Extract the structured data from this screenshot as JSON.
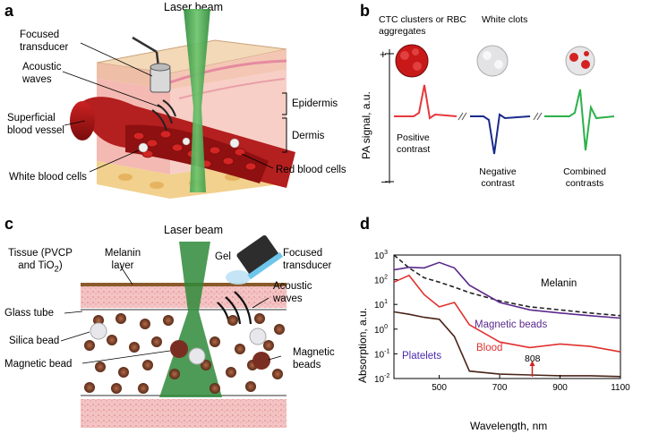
{
  "panels": {
    "a": {
      "letter": "a",
      "laser": "Laser beam",
      "transducer": "Focused transducer",
      "acoustic": "Acoustic waves",
      "vessel": "Superficial blood vessel",
      "wbc": "White blood cells",
      "epidermis": "Epidermis",
      "dermis": "Dermis",
      "rbc": "Red blood cells"
    },
    "b": {
      "letter": "b",
      "ctc": "CTC  clusters or RBC aggregates",
      "clots": "White clots",
      "ylabel": "PA signal, a.u.",
      "plus": "+",
      "minus": "–",
      "positive": "Positive contrast",
      "negative": "Negative contrast",
      "combined": "Combined contrasts",
      "colors": {
        "positive": "#e8383b",
        "negative": "#1a2a8a",
        "combined": "#2bb14a"
      }
    },
    "c": {
      "letter": "c",
      "laser": "Laser beam",
      "tissue": "Tissue (PVCP and TiO",
      "tissue_sub": "2",
      "tissue_end": ")",
      "melanin": "Melanin layer",
      "gel": "Gel",
      "transducer": "Focused transducer",
      "acoustic": "Acoustic waves",
      "glass": "Glass tube",
      "silica": "Silica bead",
      "magnetic_bead": "Magnetic bead",
      "magnetic_beads": "Magnetic beads"
    },
    "d": {
      "letter": "d",
      "ylabel": "Absorption, a.u.",
      "xlabel": "Wavelength, nm",
      "melanin": "Melanin",
      "magnetic": "Magnetic beads",
      "blood": "Blood",
      "platelets": "Platelets",
      "marker": "808",
      "yticks": [
        {
          "base": "10",
          "exp": "3"
        },
        {
          "base": "10",
          "exp": "2"
        },
        {
          "base": "10",
          "exp": "1"
        },
        {
          "base": "10",
          "exp": "0"
        },
        {
          "base": "10",
          "exp": "-1"
        },
        {
          "base": "10",
          "exp": "-2"
        }
      ],
      "xticks": [
        "500",
        "700",
        "900",
        "1100"
      ],
      "colors": {
        "melanin": "#222222",
        "magnetic": "#5b2a8c",
        "blood": "#e0302f",
        "platelets": "#4a2418",
        "marker": "#d42020"
      }
    }
  },
  "chart_data": {
    "type": "line",
    "title": "",
    "xlabel": "Wavelength, nm",
    "ylabel": "Absorption, a.u.",
    "xlim": [
      350,
      1100
    ],
    "ylim": [
      0.01,
      1000
    ],
    "yscale": "log",
    "x": [
      350,
      400,
      450,
      500,
      550,
      600,
      700,
      800,
      900,
      1000,
      1100
    ],
    "series": [
      {
        "name": "Melanin",
        "values": [
          1000,
          300,
          120,
          80,
          50,
          30,
          14,
          8,
          6,
          4.5,
          3.5
        ]
      },
      {
        "name": "Magnetic beads",
        "values": [
          250,
          320,
          300,
          500,
          300,
          60,
          12,
          6,
          4.5,
          3.5,
          2.8
        ]
      },
      {
        "name": "Blood",
        "values": [
          80,
          150,
          25,
          8,
          12,
          1.5,
          0.3,
          0.18,
          0.25,
          0.2,
          0.12
        ]
      },
      {
        "name": "Platelets",
        "values": [
          5,
          4,
          3,
          2.5,
          0.5,
          0.02,
          0.015,
          0.014,
          0.013,
          0.013,
          0.012
        ]
      }
    ],
    "marker_wavelength": 808
  }
}
